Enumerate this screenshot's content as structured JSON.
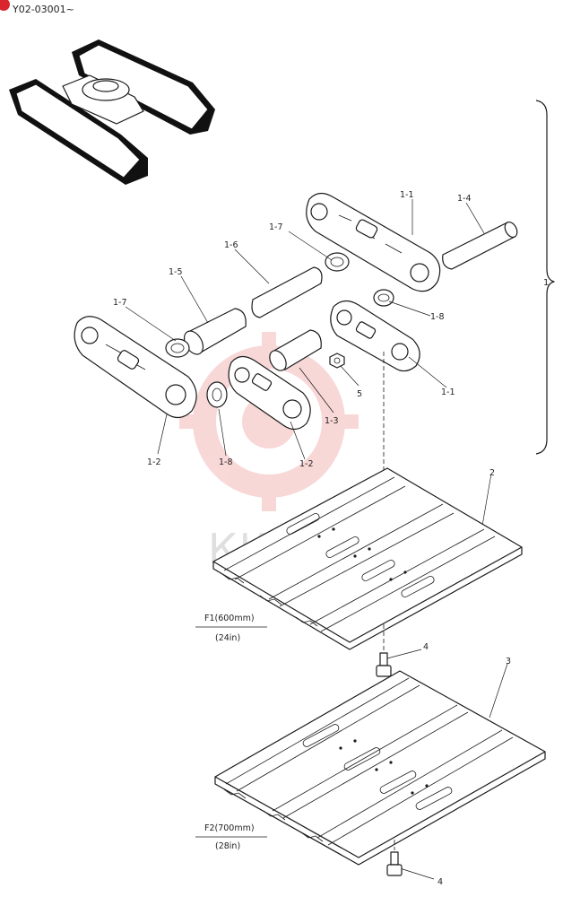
{
  "header": {
    "serial_range": "Y02-03001~"
  },
  "watermark": {
    "text": "КИНТЕХ",
    "color": "#f4b8b8"
  },
  "labels": {
    "p1_1a": "1-1",
    "p1_4": "1-4",
    "p1_7a": "1-7",
    "p1_6": "1-6",
    "p1_5": "1-5",
    "p1_7b": "1-7",
    "p1_8a": "1-8",
    "p1": "1",
    "p5": "5",
    "p1_1b": "1-1",
    "p1_3": "1-3",
    "p1_2a": "1-2",
    "p1_8b": "1-8",
    "p1_2b": "1-2",
    "p2": "2",
    "p4a": "4",
    "p3": "3",
    "p4b": "4"
  },
  "captions": {
    "f1_title": "F1(600mm)",
    "f1_sub": "(24in)",
    "f2_title": "F2(700mm)",
    "f2_sub": "(28in)"
  },
  "colors": {
    "badge": "#d9262c",
    "ink": "#1a1a1a",
    "track_rubber": "#111111"
  }
}
